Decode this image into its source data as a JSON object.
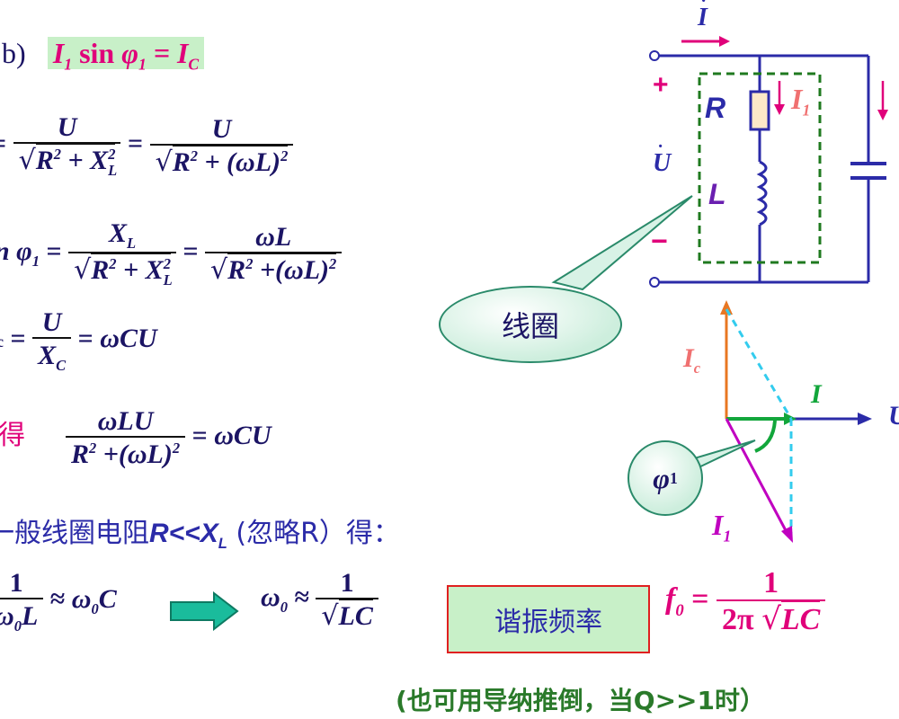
{
  "eq_b": {
    "label": "b)",
    "formula_text": "I₁ sinφ₁ = I_C"
  },
  "resonance_text": "得",
  "note_line": {
    "prefix": "一般线圈电阻",
    "condition": "R<<X",
    "condition_sub": "L",
    "suffix": "(忽略R）得："
  },
  "boxes": {
    "resonance_freq": "谐振频率"
  },
  "footer": "(也可用导纳推倒，当Q>>1时）",
  "circuit": {
    "current_label": "I",
    "plus": "+",
    "minus": "−",
    "voltage_label": "U",
    "R_label": "R",
    "L_label": "L",
    "I1_label": "I",
    "I1_sub": "1",
    "coil_callout": "线圈"
  },
  "phasor": {
    "Ic_label": "I",
    "Ic_sub": "c",
    "I_label": "I",
    "U_label": "U",
    "phi_label": "φ",
    "phi_sub": "1",
    "I1_label": "I",
    "I1_sub": "1"
  },
  "colors": {
    "navy": "#1b1464",
    "blue": "#2b2ba8",
    "magenta": "#e0007a",
    "green_highlight": "#c8f0c8",
    "teal": "#1abc9c",
    "orange": "#e87722",
    "purple": "#c000c0",
    "cyan": "#33ccee"
  }
}
